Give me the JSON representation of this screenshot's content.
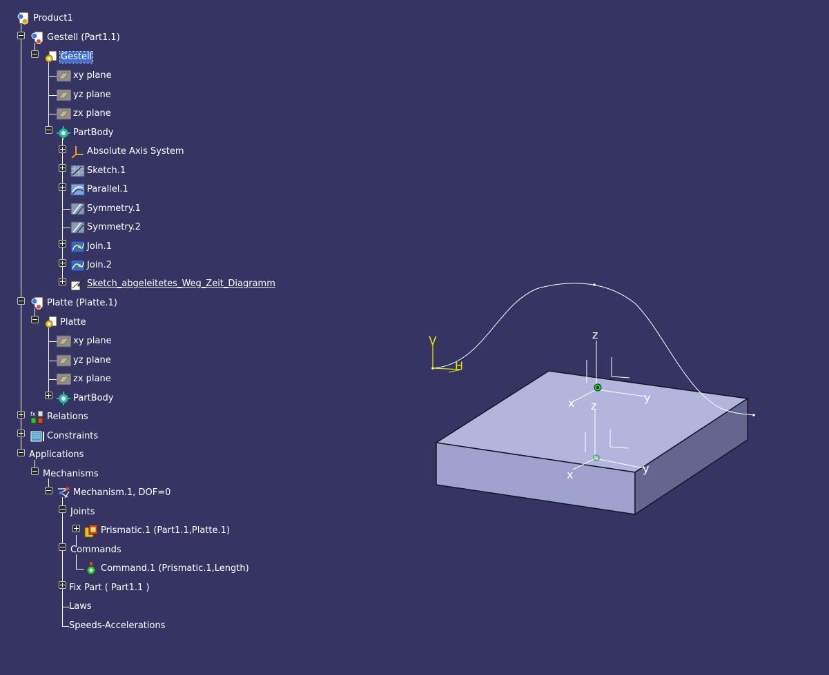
{
  "tree": {
    "product1": "Product1",
    "gestell_part": "Gestell (Part1.1)",
    "gestell": "Gestell",
    "gestell_xy": "xy plane",
    "gestell_yz": "yz plane",
    "gestell_zx": "zx plane",
    "gestell_partbody": "PartBody",
    "abs_axis": "Absolute Axis System",
    "sketch1": "Sketch.1",
    "parallel1": "Parallel.1",
    "symmetry1": "Symmetry.1",
    "symmetry2": "Symmetry.2",
    "join1": "Join.1",
    "join2": "Join.2",
    "sketch_diag": "Sketch_abgeleitetes_Weg_Zeit_Diagramm",
    "platte_part": "Platte (Platte.1)",
    "platte": "Platte",
    "platte_xy": "xy plane",
    "platte_yz": "yz plane",
    "platte_zx": "zx plane",
    "platte_partbody": "PartBody",
    "relations": "Relations",
    "constraints": "Constraints",
    "applications": "Applications",
    "mechanisms": "Mechanisms",
    "mechanism1": "Mechanism.1, DOF=0",
    "joints": "Joints",
    "prismatic1": "Prismatic.1 (Part1.1,Platte.1)",
    "commands": "Commands",
    "command1": "Command.1 (Prismatic.1,Length)",
    "fix_part": "Fix Part ( Part1.1 )",
    "laws": "Laws",
    "speeds": "Speeds-Accelerations"
  },
  "viewer": {
    "sketch_v_label": "V",
    "sketch_h_label": "H",
    "axis_upper_z": "z",
    "axis_upper_x": "x",
    "axis_upper_y": "y",
    "axis_lower_z": "z",
    "axis_lower_x": "x",
    "axis_lower_y": "y"
  },
  "colors": {
    "background": "#363462",
    "selection": "#3d6fd6",
    "sketch_axis": "#e8e800",
    "plate_top": "#b2b5dc",
    "plate_front": "#9fa2cc",
    "plate_side": "#63668f",
    "anchor_green": "#2fbf3a"
  }
}
